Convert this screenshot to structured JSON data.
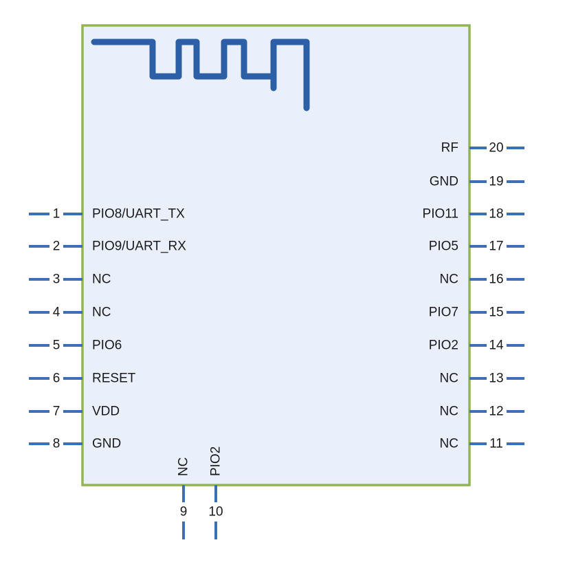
{
  "module": {
    "body_fill": "#e9f0fb",
    "border_color": "#92b552",
    "pin_color": "#3b6fb6",
    "antenna_color": "#2d5fa6",
    "text_color": "#1a1a1a"
  },
  "left_pins": [
    {
      "number": "1",
      "label": "PIO8/UART_TX"
    },
    {
      "number": "2",
      "label": "PIO9/UART_RX"
    },
    {
      "number": "3",
      "label": "NC"
    },
    {
      "number": "4",
      "label": "NC"
    },
    {
      "number": "5",
      "label": "PIO6"
    },
    {
      "number": "6",
      "label": "RESET"
    },
    {
      "number": "7",
      "label": "VDD"
    },
    {
      "number": "8",
      "label": "GND"
    }
  ],
  "bottom_pins": [
    {
      "number": "9",
      "label": "NC"
    },
    {
      "number": "10",
      "label": "PIO2"
    }
  ],
  "right_pins": [
    {
      "number": "20",
      "label": "RF"
    },
    {
      "number": "19",
      "label": "GND"
    },
    {
      "number": "18",
      "label": "PIO11"
    },
    {
      "number": "17",
      "label": "PIO5"
    },
    {
      "number": "16",
      "label": "NC"
    },
    {
      "number": "15",
      "label": "PIO7"
    },
    {
      "number": "14",
      "label": "PIO2"
    },
    {
      "number": "13",
      "label": "NC"
    },
    {
      "number": "12",
      "label": "NC"
    },
    {
      "number": "11",
      "label": "NC"
    }
  ]
}
